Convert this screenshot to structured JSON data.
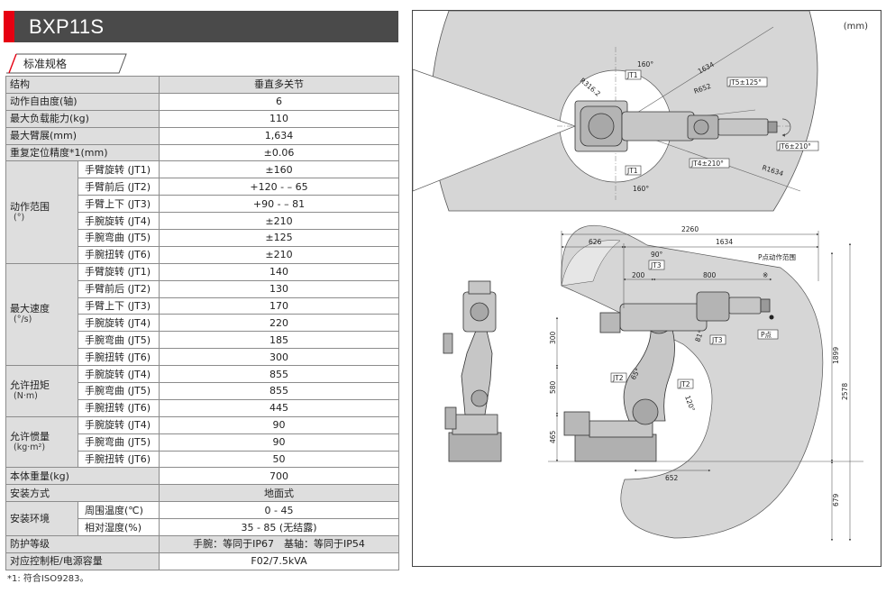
{
  "title": "BXP11S",
  "section_label": "标准规格",
  "rows": {
    "structure": {
      "label": "结构",
      "value": "垂直多关节"
    },
    "dof": {
      "label": "动作自由度(轴)",
      "value": "6"
    },
    "payload": {
      "label": "最大负载能力(kg)",
      "value": "110"
    },
    "reach": {
      "label": "最大臂展(mm)",
      "value": "1,634"
    },
    "repeat": {
      "label": "重复定位精度*1(mm)",
      "value": "±0.06"
    }
  },
  "motion_range": {
    "title": "动作范围",
    "unit": "(°)",
    "items": [
      {
        "label": "手臂旋转 (JT1)",
        "value": "±160"
      },
      {
        "label": "手臂前后 (JT2)",
        "value": "+120 - – 65"
      },
      {
        "label": "手臂上下 (JT3)",
        "value": "+90 - – 81"
      },
      {
        "label": "手腕旋转 (JT4)",
        "value": "±210"
      },
      {
        "label": "手腕弯曲 (JT5)",
        "value": "±125"
      },
      {
        "label": "手腕扭转 (JT6)",
        "value": "±210"
      }
    ]
  },
  "max_speed": {
    "title": "最大速度",
    "unit": "(°/s)",
    "items": [
      {
        "label": "手臂旋转 (JT1)",
        "value": "140"
      },
      {
        "label": "手臂前后 (JT2)",
        "value": "130"
      },
      {
        "label": "手臂上下 (JT3)",
        "value": "170"
      },
      {
        "label": "手腕旋转 (JT4)",
        "value": "220"
      },
      {
        "label": "手腕弯曲 (JT5)",
        "value": "185"
      },
      {
        "label": "手腕扭转 (JT6)",
        "value": "300"
      }
    ]
  },
  "torque": {
    "title": "允许扭矩",
    "unit": "(N·m)",
    "items": [
      {
        "label": "手腕旋转 (JT4)",
        "value": "855"
      },
      {
        "label": "手腕弯曲 (JT5)",
        "value": "855"
      },
      {
        "label": "手腕扭转 (JT6)",
        "value": "445"
      }
    ]
  },
  "inertia": {
    "title": "允许惯量",
    "unit": "(kg·m²)",
    "items": [
      {
        "label": "手腕旋转 (JT4)",
        "value": "90"
      },
      {
        "label": "手腕弯曲 (JT5)",
        "value": "90"
      },
      {
        "label": "手腕扭转 (JT6)",
        "value": "50"
      }
    ]
  },
  "rows2": {
    "mass": {
      "label": "本体重量(kg)",
      "value": "700"
    },
    "install": {
      "label": "安装方式",
      "value": "地面式"
    }
  },
  "environment": {
    "title": "安装环境",
    "items": [
      {
        "label": "周围温度(℃)",
        "value": "0 - 45"
      },
      {
        "label": "相对湿度(%)",
        "value": "35 - 85 (无结露)"
      }
    ]
  },
  "rows3": {
    "protection": {
      "label": "防护等级",
      "value": "手腕：等同于IP67　基轴：等同于IP54"
    },
    "controller": {
      "label": "对应控制柜/电源容量",
      "value": "F02/7.5kVA"
    }
  },
  "footnote": "*1: 符合ISO9283。",
  "drawing": {
    "unit": "(mm)",
    "top_view": {
      "angle_top": "160°",
      "angle_bottom": "160°",
      "r_inner": "R316.2",
      "r_outer_top": "1634",
      "r_mid": "R652",
      "r_outer_bottom": "R1634",
      "jt1_top": "JT1",
      "jt1_bottom": "JT1",
      "jt5": "JT5±125°",
      "jt4": "JT4±210°",
      "jt6": "JT6±210°"
    },
    "side_view": {
      "dim_total_width": "2260",
      "dim_626": "626",
      "dim_1634": "1634",
      "dim_200": "200",
      "dim_800": "800",
      "dim_300": "300",
      "dim_580": "580",
      "dim_465": "465",
      "dim_652": "652",
      "dim_1899": "1899",
      "dim_2578": "2578",
      "dim_679": "679",
      "angle_90": "90°",
      "angle_81": "81°",
      "angle_65": "65°",
      "angle_120": "120°",
      "jt3_top": "JT3",
      "jt3_mid": "JT3",
      "jt2_left": "JT2",
      "jt2_right": "JT2",
      "p_range_label": "P点动作范围",
      "p_point_label": "P点",
      "angle_star": "※"
    }
  },
  "colors": {
    "title_bg": "#4a4a4a",
    "title_accent": "#e60012",
    "label_bg": "#dedede",
    "work_area": "#d6d6d6"
  }
}
